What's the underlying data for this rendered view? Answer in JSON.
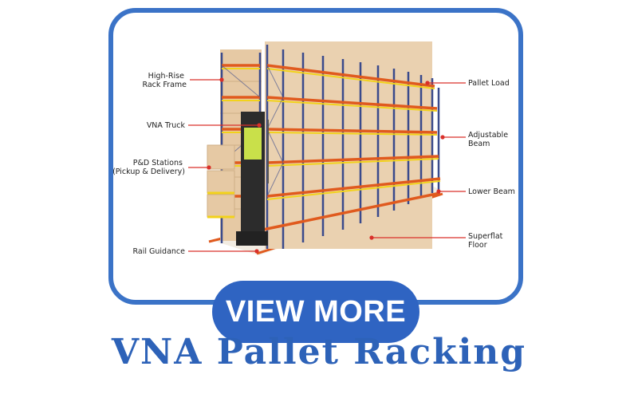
{
  "diagram": {
    "labels": {
      "high_rise_line1": "High-Rise",
      "high_rise_line2": "Rack Frame",
      "vna_truck": "VNA Truck",
      "pd_line1": "P&D Stations",
      "pd_line2": "(Pickup & Delivery)",
      "rail_guidance": "Rail Guidance",
      "pallet_load": "Pallet Load",
      "adjustable_line1": "Adjustable",
      "adjustable_line2": "Beam",
      "lower_beam": "Lower Beam",
      "superflat_line1": "Superflat",
      "superflat_line2": "Floor"
    },
    "colors": {
      "upright": "#3a4a8c",
      "beam": "#e05a1e",
      "yellow": "#f2d21b",
      "box": "#e6c9a4",
      "leader": "#d9302a"
    }
  },
  "cta": {
    "label": "VIEW MORE",
    "color": "#2f64c2"
  },
  "page_title": {
    "text": "VNA Pallet Racking",
    "color": "#2d62b8"
  },
  "card": {
    "border_color": "#3b73c7"
  }
}
